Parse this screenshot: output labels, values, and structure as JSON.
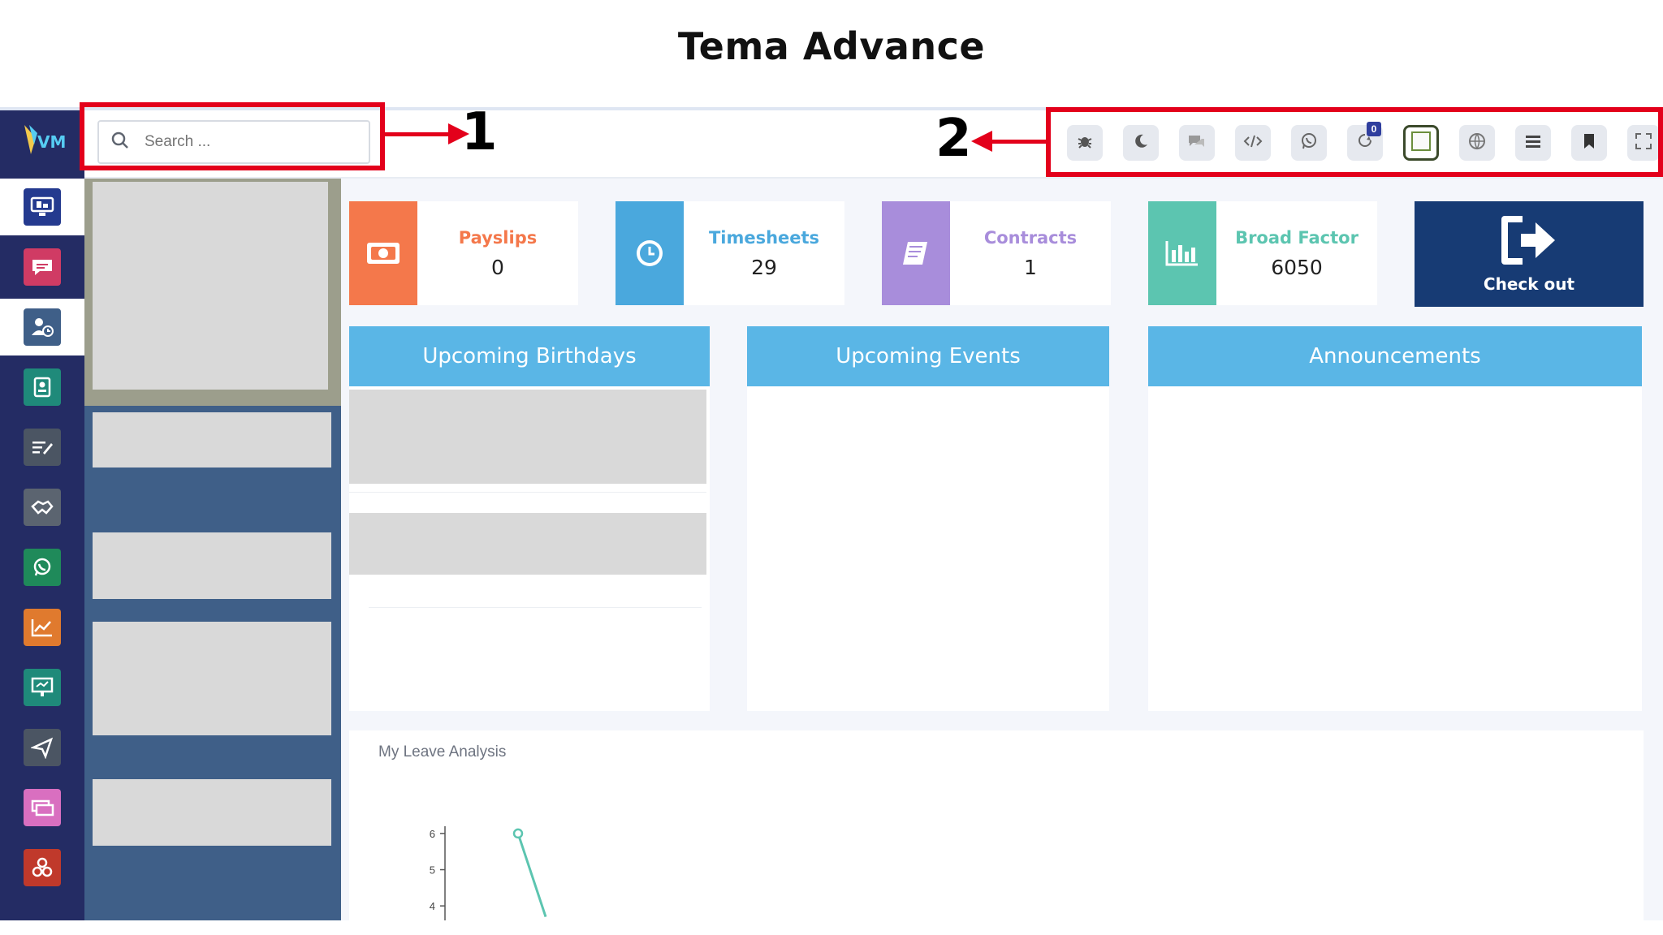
{
  "page_title": "Tema Advance",
  "search": {
    "placeholder": "Search ..."
  },
  "toolbar": {
    "buttons": [
      {
        "icon": "bug-icon"
      },
      {
        "icon": "moon-icon"
      },
      {
        "icon": "chat-icon"
      },
      {
        "icon": "code-icon"
      },
      {
        "icon": "whatsapp-icon"
      },
      {
        "icon": "notification-icon",
        "badge": "0"
      },
      {
        "icon": "layout-icon"
      },
      {
        "icon": "globe-icon"
      },
      {
        "icon": "menu-icon"
      },
      {
        "icon": "bookmark-icon"
      },
      {
        "icon": "fullscreen-icon"
      }
    ]
  },
  "annotations": {
    "one": "1",
    "two": "2"
  },
  "rail": {
    "items": [
      {
        "icon": "monitor-icon",
        "color": "#243a8f"
      },
      {
        "icon": "chat-icon",
        "color": "#d03b64"
      },
      {
        "icon": "user-clock-icon",
        "color": "#3f5f88"
      },
      {
        "icon": "contact-icon",
        "color": "#1f8a7a"
      },
      {
        "icon": "edit-icon",
        "color": "#4b5563"
      },
      {
        "icon": "handshake-icon",
        "color": "#5b6470"
      },
      {
        "icon": "whatsapp-icon",
        "color": "#1f8a5a"
      },
      {
        "icon": "chart-icon",
        "color": "#e07a2e"
      },
      {
        "icon": "presentation-icon",
        "color": "#1f8a7a"
      },
      {
        "icon": "send-icon",
        "color": "#4b5563"
      },
      {
        "icon": "ticket-icon",
        "color": "#d96fc0"
      },
      {
        "icon": "network-icon",
        "color": "#c0392b"
      }
    ]
  },
  "cards": [
    {
      "label": "Payslips",
      "value": "0",
      "color": "#f4784b",
      "icon": "money-icon"
    },
    {
      "label": "Timesheets",
      "value": "29",
      "color": "#4aa8dd",
      "icon": "clock-icon"
    },
    {
      "label": "Contracts",
      "value": "1",
      "color": "#a88ddb",
      "icon": "document-icon"
    },
    {
      "label": "Broad Factor",
      "value": "6050",
      "color": "#5cc5b0",
      "icon": "bar-chart-icon"
    }
  ],
  "checkout": {
    "label": "Check out",
    "icon": "sign-out-icon"
  },
  "sections": {
    "birthdays": "Upcoming Birthdays",
    "events": "Upcoming Events",
    "announcements": "Announcements"
  },
  "leave": {
    "title": "My Leave Analysis",
    "chart_data": {
      "type": "line",
      "title": "My Leave Analysis",
      "y_ticks": [
        "6",
        "5",
        "4"
      ],
      "ylim": [
        3.6,
        6.2
      ],
      "x": [
        0,
        1
      ],
      "values": [
        6,
        3.7
      ],
      "grid": false
    }
  }
}
